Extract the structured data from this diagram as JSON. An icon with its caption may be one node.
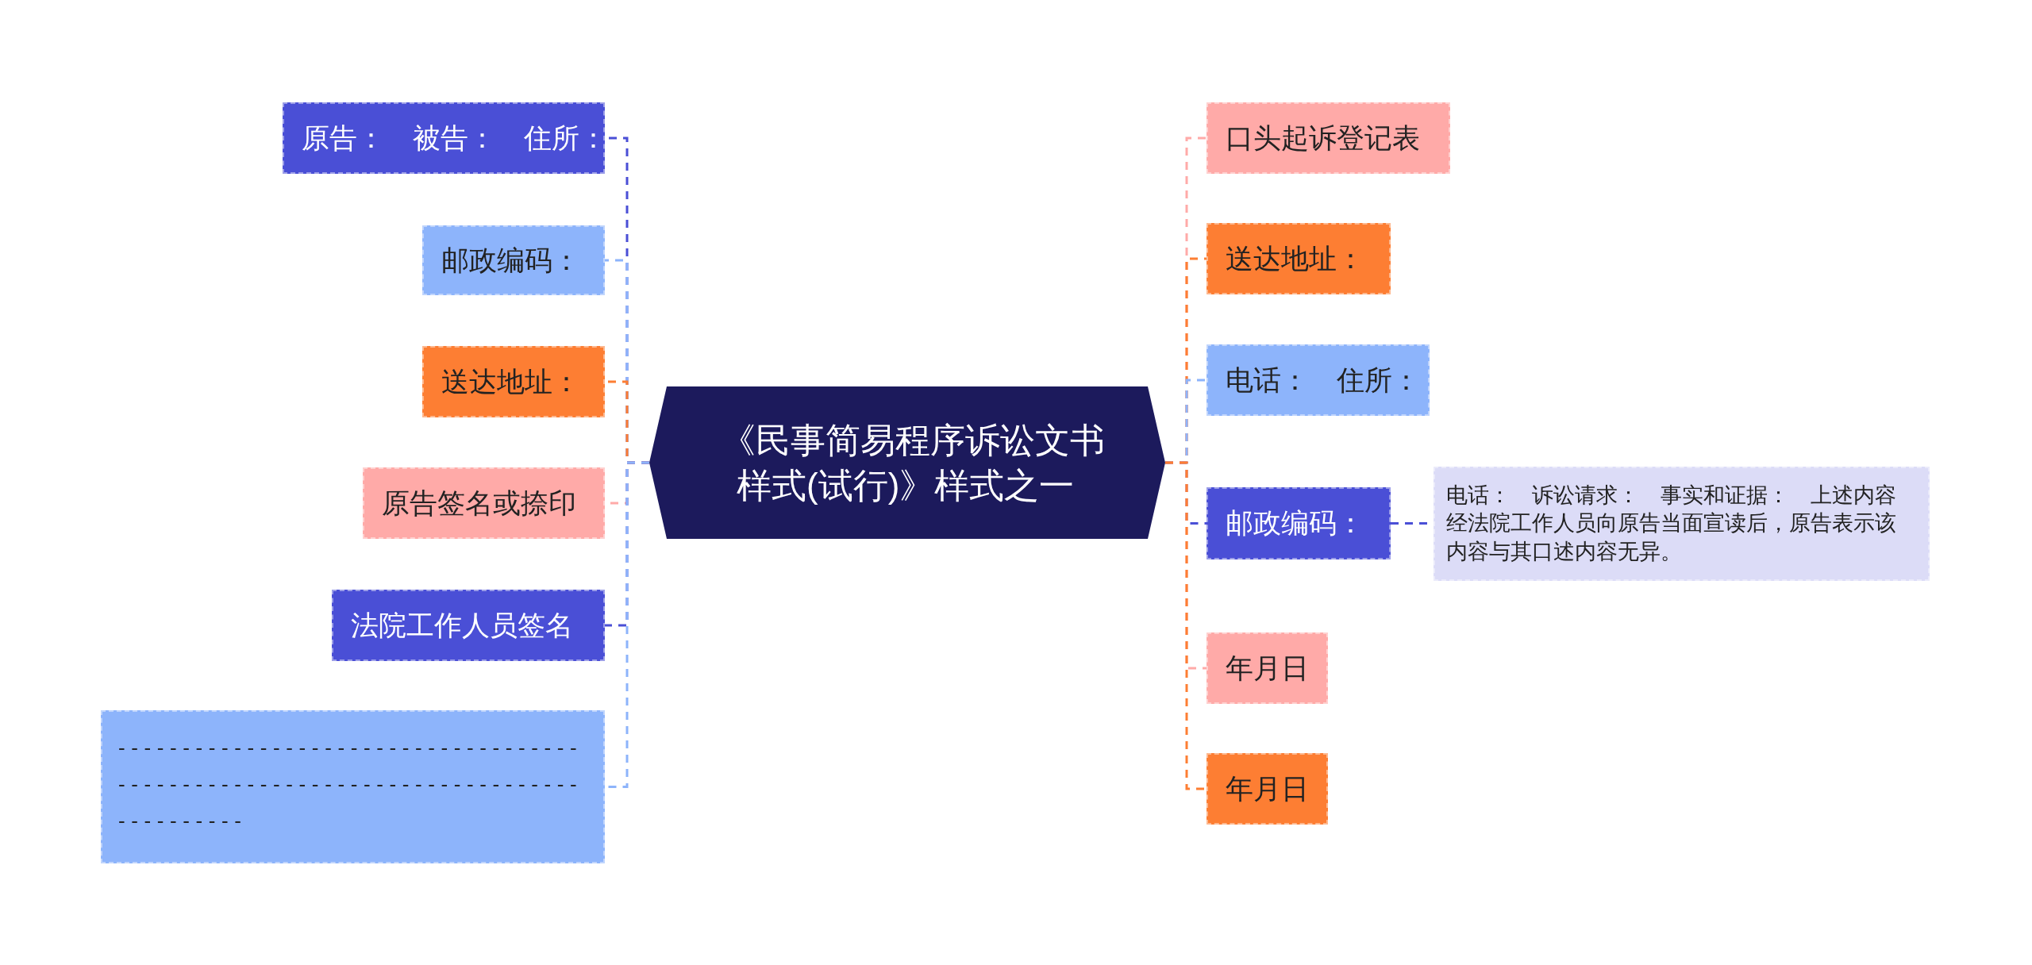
{
  "diagram": {
    "nodes": [
      {
        "text": [
          "《民事简易程序诉讼文书样式(试行)》样式之一"
        ]
      },
      {
        "text": [
          "原告：　被告：　住所："
        ]
      },
      {
        "text": [
          "邮政编码："
        ]
      },
      {
        "text": [
          "送达地址："
        ]
      },
      {
        "text": [
          "原告签名或捺印"
        ]
      },
      {
        "text": [
          "法院工作人员签名"
        ]
      },
      {
        "text": [
          "----------------------------------------------------------------------------------"
        ]
      },
      {
        "text": [
          "口头起诉登记表"
        ]
      },
      {
        "text": [
          "送达地址："
        ]
      },
      {
        "text": [
          "电话：　住所："
        ]
      },
      {
        "text": [
          "邮政编码："
        ]
      },
      {
        "text": [
          "电话：　诉讼请求：　事实和证据：　上述内容经法院工作人员向原告当面宣读后，原告表示该内容与其口述内容无异。"
        ]
      },
      {
        "text": [
          "年月日"
        ]
      },
      {
        "text": [
          "年月日"
        ]
      }
    ],
    "edges": [
      {
        "from": 0,
        "to": 1,
        "arrow": "none",
        "style": "dashed",
        "color": "#4a4fd6"
      },
      {
        "from": 0,
        "to": 2,
        "arrow": "none",
        "style": "dashed",
        "color": "#8db4fb"
      },
      {
        "from": 0,
        "to": 3,
        "arrow": "none",
        "style": "dashed",
        "color": "#fd7e33"
      },
      {
        "from": 0,
        "to": 4,
        "arrow": "none",
        "style": "dashed",
        "color": "#ffaaa8"
      },
      {
        "from": 0,
        "to": 5,
        "arrow": "none",
        "style": "dashed",
        "color": "#4a4fd6"
      },
      {
        "from": 0,
        "to": 6,
        "arrow": "none",
        "style": "dashed",
        "color": "#8db4fb"
      },
      {
        "from": 0,
        "to": 7,
        "arrow": "none",
        "style": "dashed",
        "color": "#ffaaa8"
      },
      {
        "from": 0,
        "to": 8,
        "arrow": "none",
        "style": "dashed",
        "color": "#fd7e33"
      },
      {
        "from": 0,
        "to": 9,
        "arrow": "none",
        "style": "dashed",
        "color": "#8db4fb"
      },
      {
        "from": 0,
        "to": 10,
        "arrow": "none",
        "style": "dashed",
        "color": "#4a4fd6"
      },
      {
        "from": 10,
        "to": 11,
        "arrow": "none",
        "style": "dashed",
        "color": "#4a4fd6"
      },
      {
        "from": 0,
        "to": 12,
        "arrow": "none",
        "style": "dashed",
        "color": "#ffaaa8"
      },
      {
        "from": 0,
        "to": 13,
        "arrow": "none",
        "style": "dashed",
        "color": "#fd7e33"
      }
    ]
  }
}
